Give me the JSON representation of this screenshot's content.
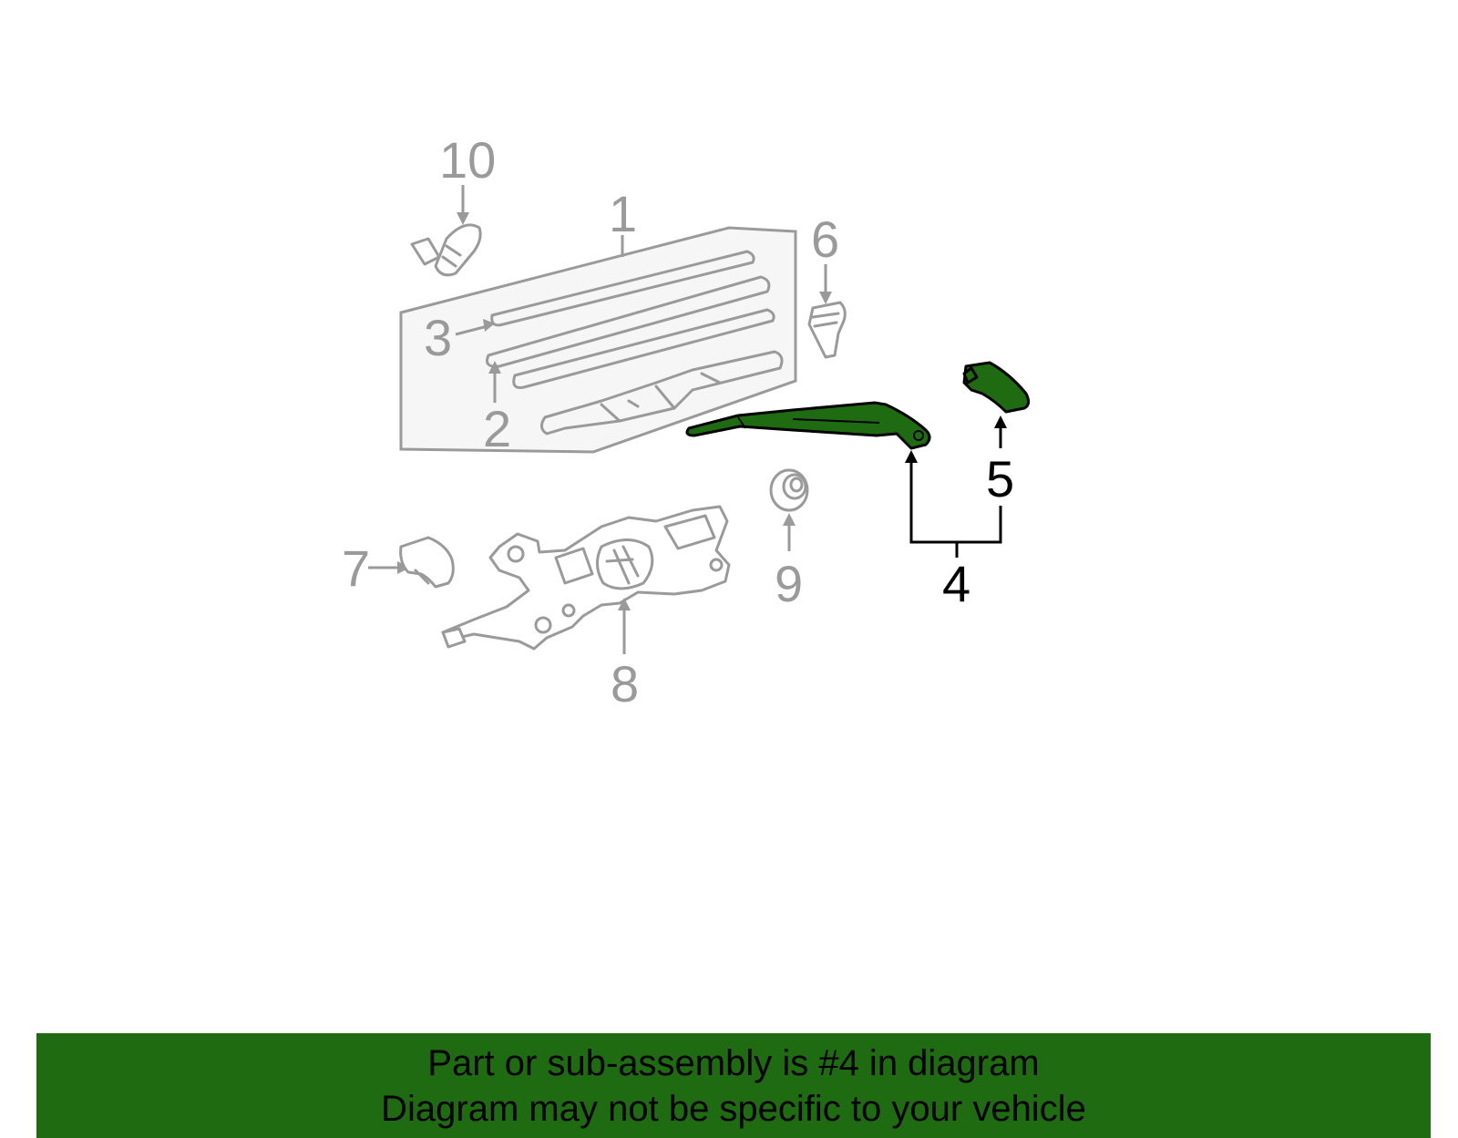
{
  "diagram": {
    "callouts": {
      "c1": "1",
      "c2": "2",
      "c3": "3",
      "c4": "4",
      "c5": "5",
      "c6": "6",
      "c7": "7",
      "c8": "8",
      "c9": "9",
      "c10": "10"
    },
    "highlighted_part": "4"
  },
  "banner": {
    "line1": "Part or sub-assembly is #4 in diagram",
    "line2": "Diagram may not be specific to your vehicle"
  },
  "colors": {
    "highlight": "#1e6b12",
    "dimmed": "#9a9a9a",
    "panel_fill": "#f6f6f6"
  }
}
